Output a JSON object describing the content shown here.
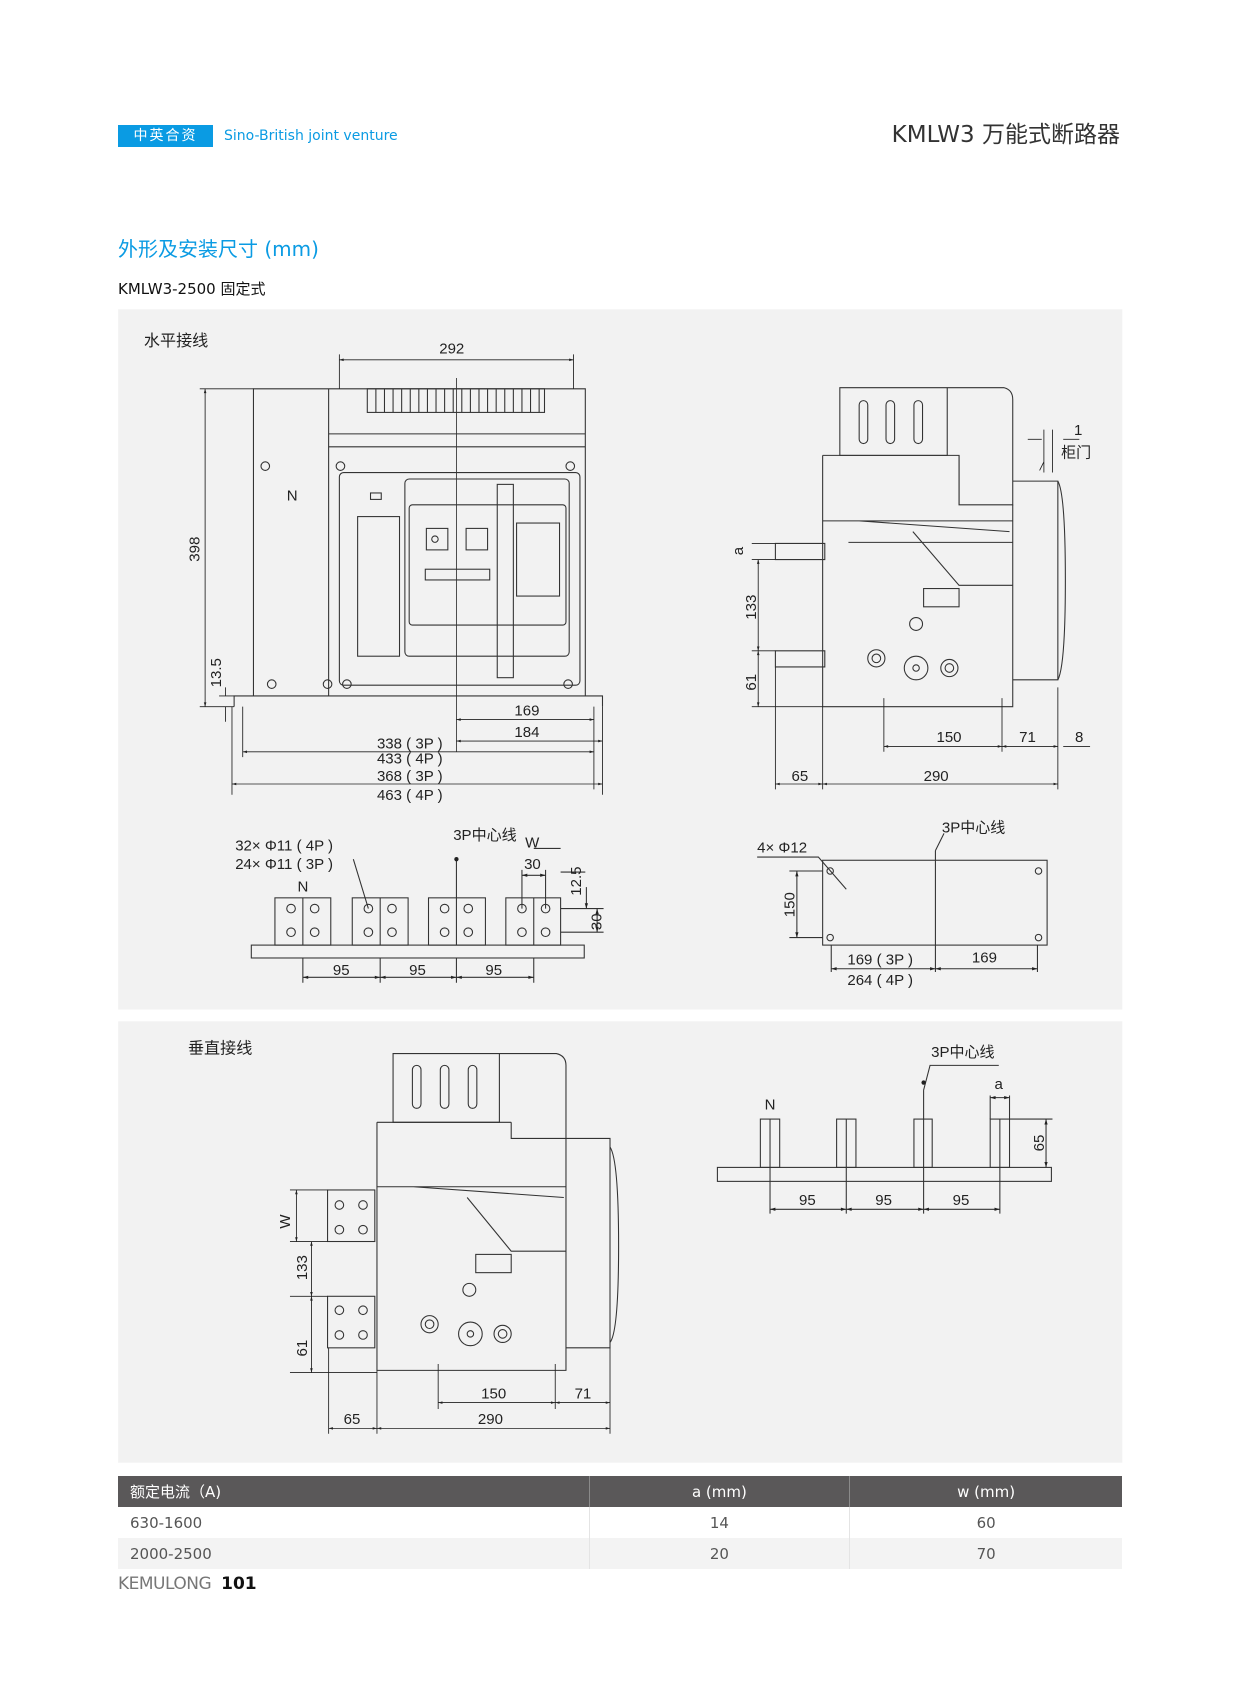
{
  "header": {
    "badge": "中英合资",
    "badge_en": "Sino-British joint venture",
    "title": "KMLW3 万能式断路器"
  },
  "section_title": "外形及安装尺寸 (mm)",
  "subtitle": "KMLW3-2500 固定式",
  "horizontal": {
    "label": "水平接线",
    "front": {
      "w292": "292",
      "h398": "398",
      "h13_5": "13.5",
      "n": "N",
      "d169": "169",
      "d184": "184",
      "d338": "338 ( 3P )",
      "d433": "433 ( 4P )",
      "d368": "368 ( 3P )",
      "d463": "463 ( 4P )"
    },
    "side": {
      "d1": "1",
      "door": "柜门",
      "a": "a",
      "d133": "133",
      "d61": "61",
      "d150": "150",
      "d71": "71",
      "d8": "8",
      "d65": "65",
      "d290": "290"
    },
    "busbar": {
      "holes4p": "32× Φ11 ( 4P )",
      "holes3p": "24× Φ11 ( 3P )",
      "n": "N",
      "center": "3P中心线",
      "w": "W",
      "d30": "30",
      "d12_5": "12.5",
      "d30b": "30",
      "p1": "95",
      "p2": "95",
      "p3": "95"
    },
    "mount": {
      "holes": "4× Φ12",
      "center": "3P中心线",
      "d150": "150",
      "d169_3p": "169 ( 3P )",
      "d264_4p": "264 ( 4P )",
      "d169": "169"
    }
  },
  "vertical": {
    "label": "垂直接线",
    "side": {
      "w": "W",
      "d133": "133",
      "d61": "61",
      "d150": "150",
      "d71": "71",
      "d65": "65",
      "d290": "290"
    },
    "busbar": {
      "center": "3P中心线",
      "n": "N",
      "a": "a",
      "d65": "65",
      "p1": "95",
      "p2": "95",
      "p3": "95"
    }
  },
  "table": {
    "headers": [
      "额定电流（A)",
      "a (mm)",
      "w (mm)"
    ],
    "rows": [
      [
        "630-1600",
        "14",
        "60"
      ],
      [
        "2000-2500",
        "20",
        "70"
      ]
    ]
  },
  "footer": {
    "brand": "KEMULONG",
    "page": "101"
  },
  "colors": {
    "accent": "#0a9be3",
    "panel": "#f2f2f2",
    "table_header": "#5a5859"
  }
}
